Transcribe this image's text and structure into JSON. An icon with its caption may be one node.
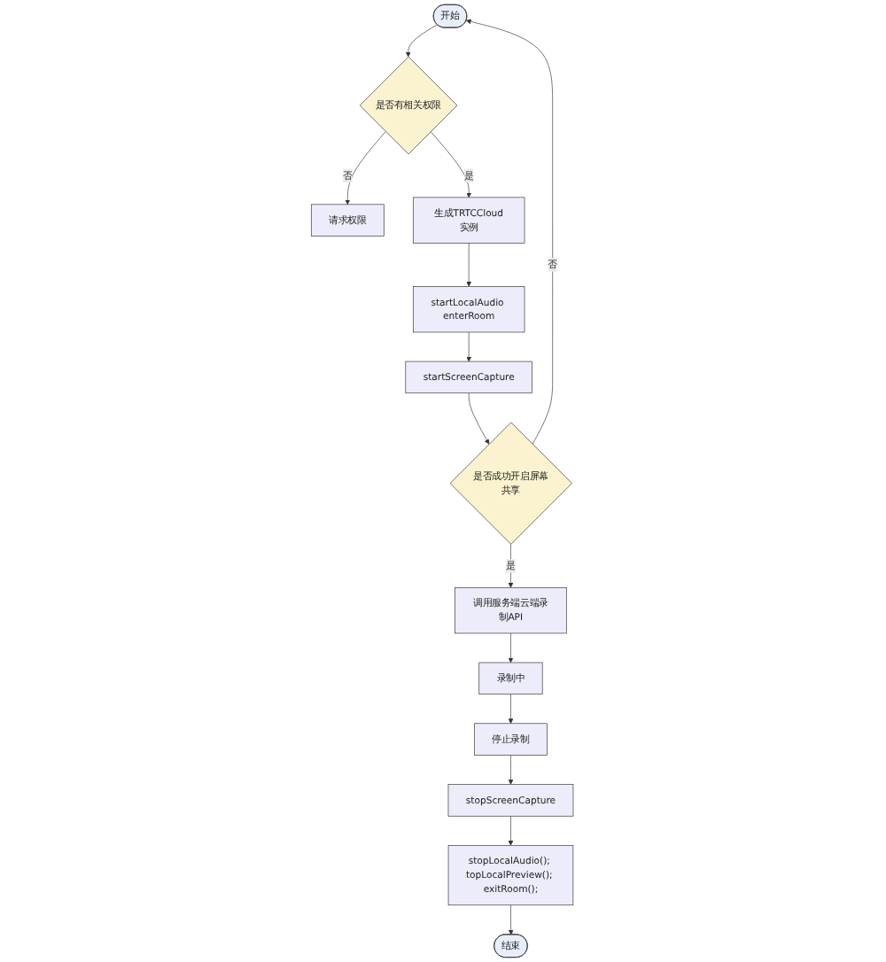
{
  "diagram": {
    "nodes": [
      {
        "text": [
          "开始"
        ]
      },
      {
        "text": [
          "是否有相关权限"
        ]
      },
      {
        "text": [
          "请求权限"
        ]
      },
      {
        "text": [
          "生成TRTCCloud实例"
        ]
      },
      {
        "text": [
          "startLocalAudio enterRoom"
        ]
      },
      {
        "text": [
          "startScreenCapture"
        ]
      },
      {
        "text": [
          "是否成功开启屏幕共享"
        ]
      },
      {
        "text": [
          "调用服务端云端录制API"
        ]
      },
      {
        "text": [
          "录制中"
        ]
      },
      {
        "text": [
          "停止录制"
        ]
      },
      {
        "text": [
          "stopScreenCapture"
        ]
      },
      {
        "text": [
          "stopLocalAudio(); topLocalPreview(); exitRoom();"
        ]
      },
      {
        "text": [
          "结束"
        ]
      }
    ],
    "edges": [
      {
        "from": 0,
        "to": 1,
        "arrow": "to"
      },
      {
        "from": 1,
        "to": 2,
        "label": "否",
        "arrow": "to"
      },
      {
        "from": 1,
        "to": 3,
        "label": "是",
        "arrow": "to"
      },
      {
        "from": 3,
        "to": 4,
        "arrow": "to"
      },
      {
        "from": 4,
        "to": 5,
        "arrow": "to"
      },
      {
        "from": 5,
        "to": 6,
        "arrow": "to"
      },
      {
        "from": 6,
        "to": 0,
        "label": "否",
        "arrow": "to"
      },
      {
        "from": 6,
        "to": 7,
        "label": "是",
        "arrow": "to"
      },
      {
        "from": 7,
        "to": 8,
        "arrow": "to"
      },
      {
        "from": 8,
        "to": 9,
        "arrow": "to"
      },
      {
        "from": 9,
        "to": 10,
        "arrow": "to"
      },
      {
        "from": 10,
        "to": 11,
        "arrow": "to"
      },
      {
        "from": 11,
        "to": 12,
        "arrow": "to"
      }
    ]
  }
}
